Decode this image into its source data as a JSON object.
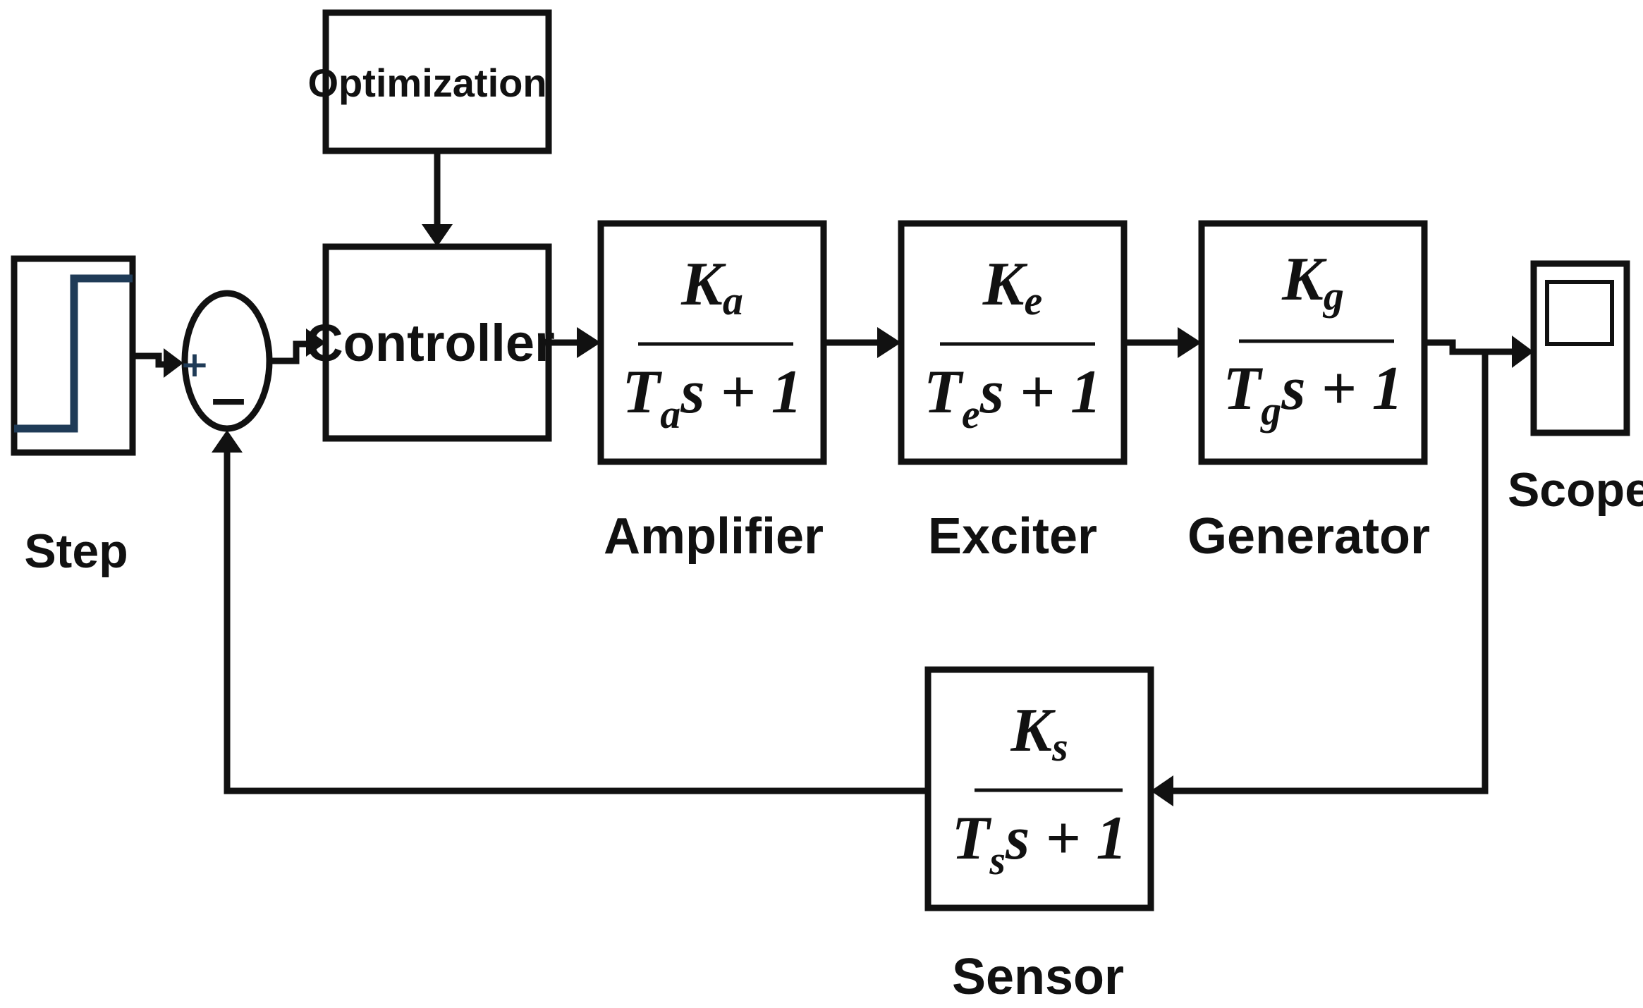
{
  "blocks": {
    "optimization": {
      "label": "Optimization"
    },
    "controller": {
      "label": "Controller"
    },
    "amplifier": {
      "label": "Amplifier",
      "num_sym": "K",
      "num_sub": "a",
      "den_sym": "T",
      "den_sub": "a",
      "den_rest": "s + 1"
    },
    "exciter": {
      "label": "Exciter",
      "num_sym": "K",
      "num_sub": "e",
      "den_sym": "T",
      "den_sub": "e",
      "den_rest": "s + 1"
    },
    "generator": {
      "label": "Generator",
      "num_sym": "K",
      "num_sub": "g",
      "den_sym": "T",
      "den_sub": "g",
      "den_rest": "s + 1"
    },
    "sensor": {
      "label": "Sensor",
      "num_sym": "K",
      "num_sub": "s",
      "den_sym": "T",
      "den_sub": "s",
      "den_rest": "s + 1"
    },
    "step": {
      "label": "Step"
    },
    "scope": {
      "label": "Scope"
    }
  },
  "summing_junction": {
    "plus_sign": "+",
    "minus_sign": "−"
  },
  "colors": {
    "line": "#111111",
    "step_signal": "#1f3b57",
    "background": "#ffffff"
  }
}
